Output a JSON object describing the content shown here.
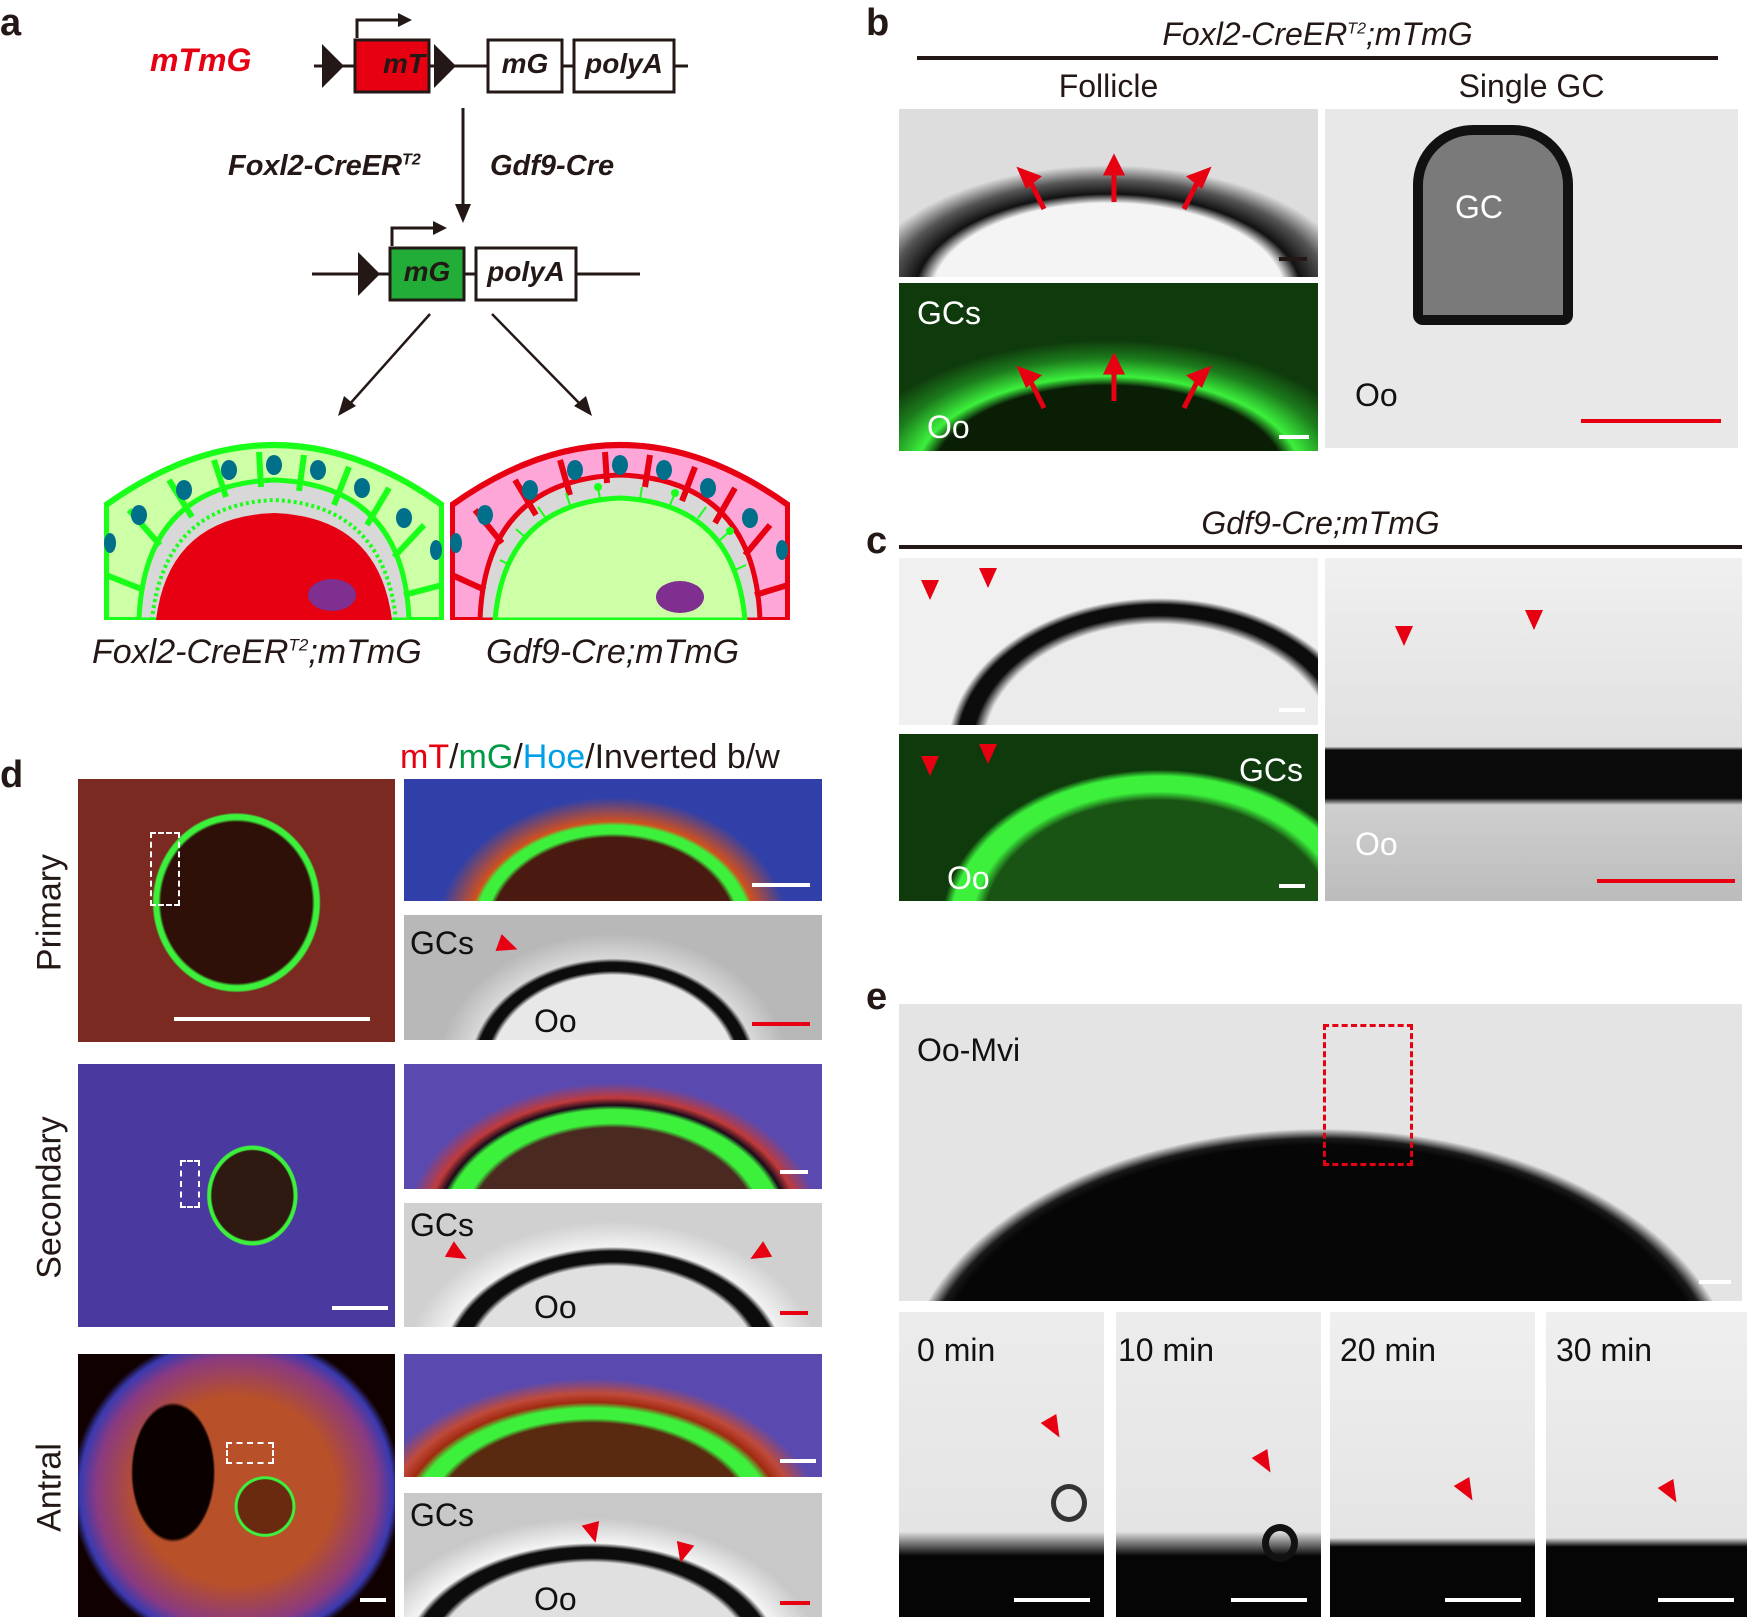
{
  "panels": {
    "a": {
      "label": "a",
      "construct_name": "mTmG",
      "construct_name_color": "#e60012",
      "boxes_top": [
        "mT",
        "mG",
        "polyA"
      ],
      "cre_left": "Foxl2-CreER",
      "cre_left_sup": "T2",
      "cre_right": "Gdf9-Cre",
      "boxes_bottom": [
        "mG",
        "polyA"
      ],
      "schematic_left_caption": "Foxl2-CreER",
      "schematic_left_caption_sup": "T2",
      "schematic_left_caption_tail": ";mTmG",
      "schematic_right_caption": "Gdf9-Cre;mTmG",
      "colors": {
        "mT": "#e60012",
        "mG": "#22ac38",
        "gc_green": "#1aff1a",
        "gc_fill_green": "#ccffa6",
        "gc_fill_pink": "#ffa6d9",
        "nucleus": "#006f8a",
        "oocyte_nucleus": "#7f2f8f"
      }
    },
    "b": {
      "label": "b",
      "header": "Foxl2-CreER",
      "header_sup": "T2",
      "header_tail": ";mTmG",
      "col_follicle": "Follicle",
      "col_single": "Single GC",
      "green_label_gcs": "GCs",
      "green_label_oo": "Oo",
      "single_label_gc": "GC",
      "single_label_oo": "Oo"
    },
    "c": {
      "label": "c",
      "header": "Gdf9-Cre;mTmG",
      "green_label_gcs": "GCs",
      "green_label_oo": "Oo",
      "right_label_oo": "Oo"
    },
    "d": {
      "label": "d",
      "legend": [
        {
          "text": "mT",
          "color": "#e60012"
        },
        {
          "text": "/",
          "color": "#231815"
        },
        {
          "text": "mG",
          "color": "#009944"
        },
        {
          "text": "/",
          "color": "#231815"
        },
        {
          "text": "Hoe",
          "color": "#00a0e9"
        },
        {
          "text": "/Inverted b/w",
          "color": "#231815"
        }
      ],
      "rows": [
        {
          "name": "Primary",
          "gcs": "GCs",
          "oo": "Oo"
        },
        {
          "name": "Secondary",
          "gcs": "GCs",
          "oo": "Oo"
        },
        {
          "name": "Antral",
          "gcs": "GCs",
          "oo": "Oo"
        }
      ]
    },
    "e": {
      "label": "e",
      "main_label": "Oo-Mvi",
      "timepoints": [
        "0 min",
        "10 min",
        "20 min",
        "30 min"
      ]
    }
  }
}
